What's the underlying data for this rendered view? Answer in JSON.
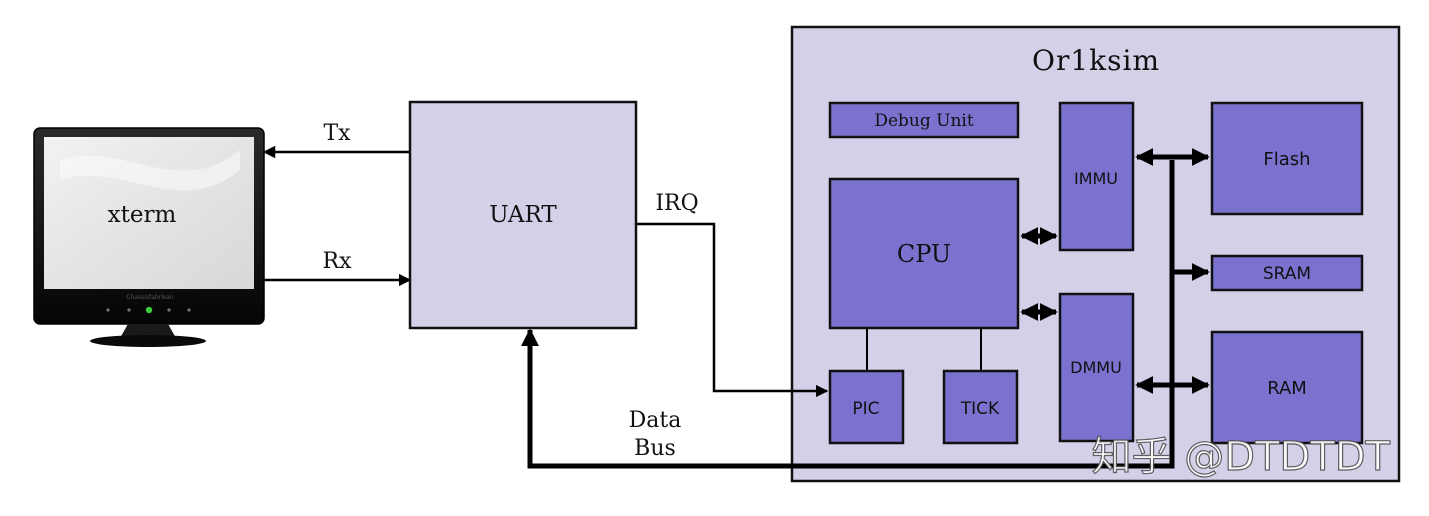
{
  "monitor": {
    "label": "xterm",
    "brand": "Chassisfabrikan"
  },
  "uart": {
    "label": "UART"
  },
  "signals": {
    "tx": "Tx",
    "rx": "Rx",
    "irq": "IRQ",
    "data_bus_line1": "Data",
    "data_bus_line2": "Bus"
  },
  "sim": {
    "title": "Or1ksim",
    "debug_unit": "Debug Unit",
    "cpu": "CPU",
    "immu": "IMMU",
    "dmmu": "DMMU",
    "pic": "PIC",
    "tick": "TICK",
    "flash": "Flash",
    "sram": "SRAM",
    "ram": "RAM"
  },
  "watermark": "知乎 @DTDTDT",
  "colors": {
    "block_fill": "#7b72cf",
    "pale_fill": "#d3d0e8",
    "line": "#000000"
  }
}
